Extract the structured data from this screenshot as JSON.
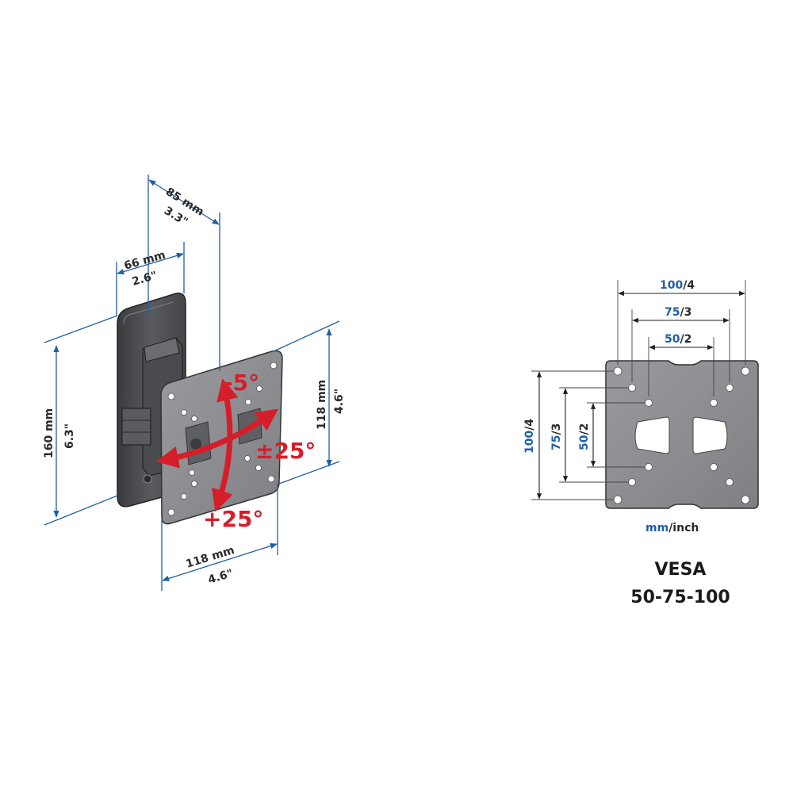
{
  "mount": {
    "depth_max": {
      "mm": "85 mm",
      "in": "3.3\""
    },
    "depth_min": {
      "mm": "66 mm",
      "in": "2.6\""
    },
    "height_wall": {
      "mm": "160 mm",
      "in": "6.3\""
    },
    "plate_height": {
      "mm": "118 mm",
      "in": "4.6\""
    },
    "plate_width": {
      "mm": "118 mm",
      "in": "4.6\""
    },
    "tilt_up": "-5°",
    "tilt_down": "+25°",
    "swivel": "±25°"
  },
  "vesa": {
    "h100": {
      "a": "100",
      "b": "/4"
    },
    "h75": {
      "a": "75",
      "b": "/3"
    },
    "h50": {
      "a": "50",
      "b": "/2"
    },
    "v100": {
      "a": "100",
      "b": "/4"
    },
    "v75": {
      "a": "75",
      "b": "/3"
    },
    "v50": {
      "a": "50",
      "b": "/2"
    },
    "unit": {
      "a": "mm",
      "b": "/inch"
    },
    "title_line1": "VESA",
    "title_line2": "50-75-100"
  },
  "colors": {
    "accent_blue": "#1f5fa8",
    "angle_red": "#d61e2a",
    "metal": "#8e8f93"
  }
}
